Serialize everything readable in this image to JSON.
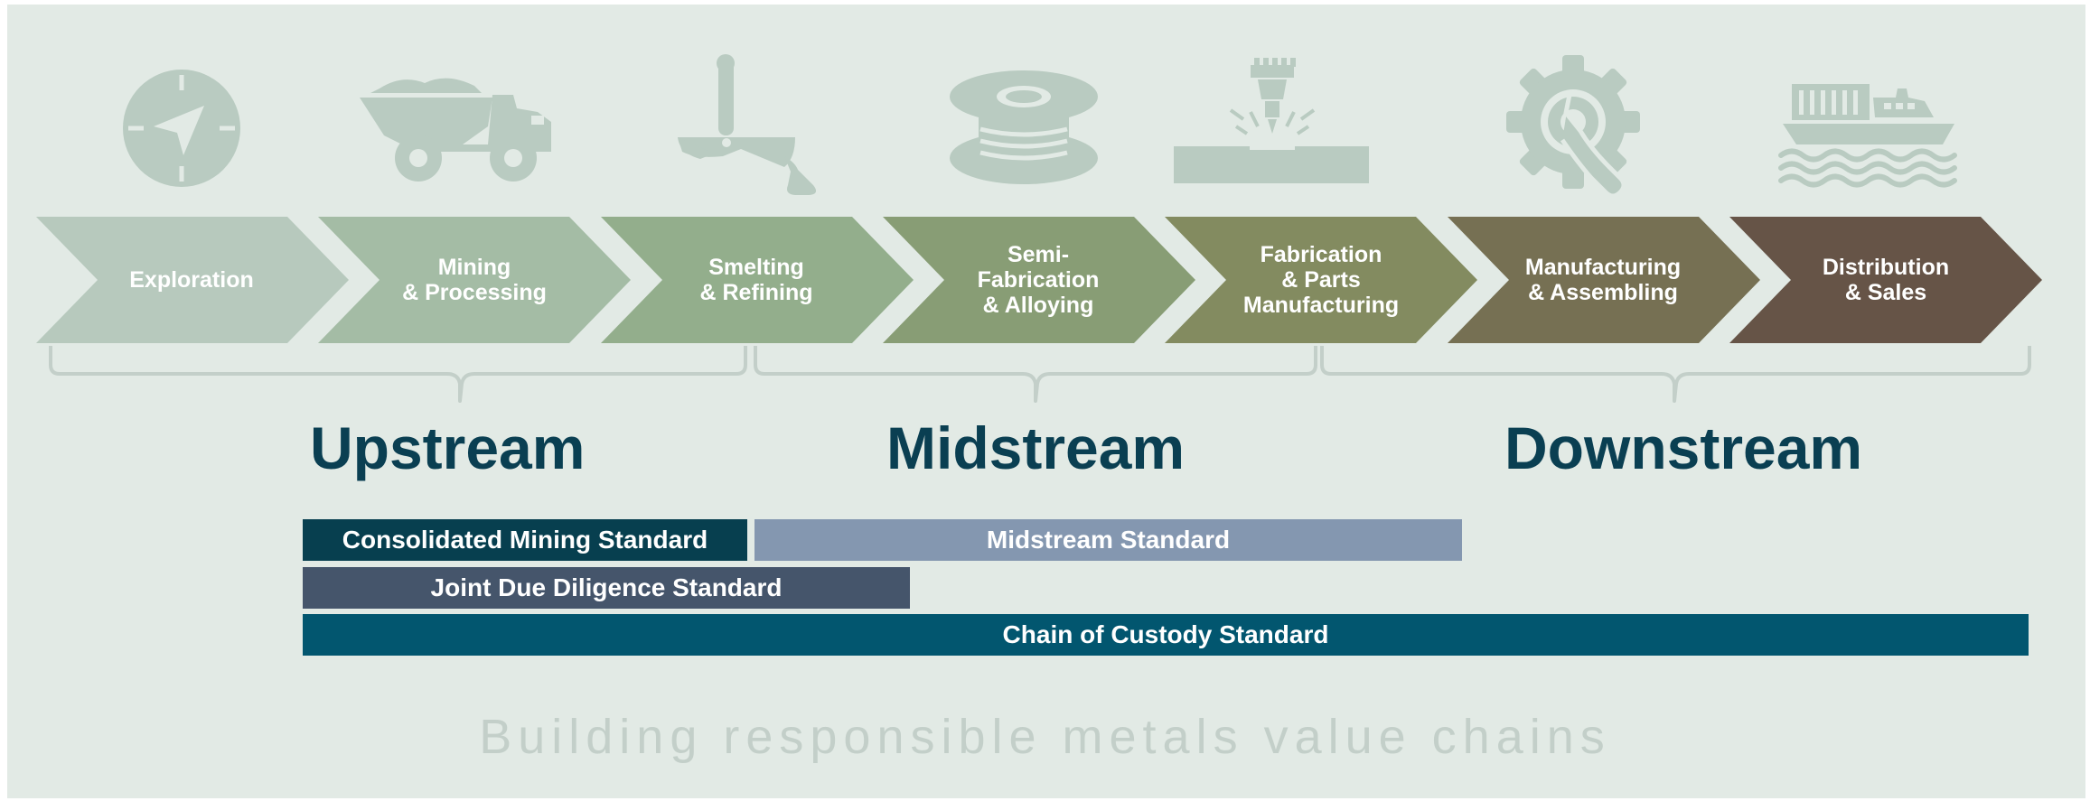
{
  "stages": [
    {
      "label": "Exploration",
      "color": "#b7c9bd",
      "icon": "compass-icon"
    },
    {
      "label": "Mining\n& Processing",
      "color": "#a4bca5",
      "icon": "mining-truck-icon"
    },
    {
      "label": "Smelting\n& Refining",
      "color": "#93ae8c",
      "icon": "smelting-ladle-icon"
    },
    {
      "label": "Semi-\nFabrication\n& Alloying",
      "color": "#889d75",
      "icon": "wire-spool-icon"
    },
    {
      "label": "Fabrication\n& Parts\nManufacturing",
      "color": "#838b60",
      "icon": "cnc-machine-icon"
    },
    {
      "label": "Manufacturing\n& Assembling",
      "color": "#767053",
      "icon": "gear-wrench-icon"
    },
    {
      "label": "Distribution\n& Sales",
      "color": "#665447",
      "icon": "cargo-ship-icon"
    }
  ],
  "streams": {
    "upstream": "Upstream",
    "midstream": "Midstream",
    "downstream": "Downstream"
  },
  "standards": {
    "consolidated_mining": {
      "label": "Consolidated Mining Standard",
      "color": "#073f4f"
    },
    "midstream": {
      "label": "Midstream Standard",
      "color": "#8497b0"
    },
    "joint_due_diligence": {
      "label": "Joint Due Diligence Standard",
      "color": "#45556b"
    },
    "chain_of_custody": {
      "label": "Chain of Custody Standard",
      "color": "#02566f"
    }
  },
  "tagline": "Building responsible metals value chains",
  "colors": {
    "background": "#e2eae5",
    "icon": "#b9cbc1",
    "stream_text": "#0a3f52",
    "bracket": "#c3cfc9"
  }
}
